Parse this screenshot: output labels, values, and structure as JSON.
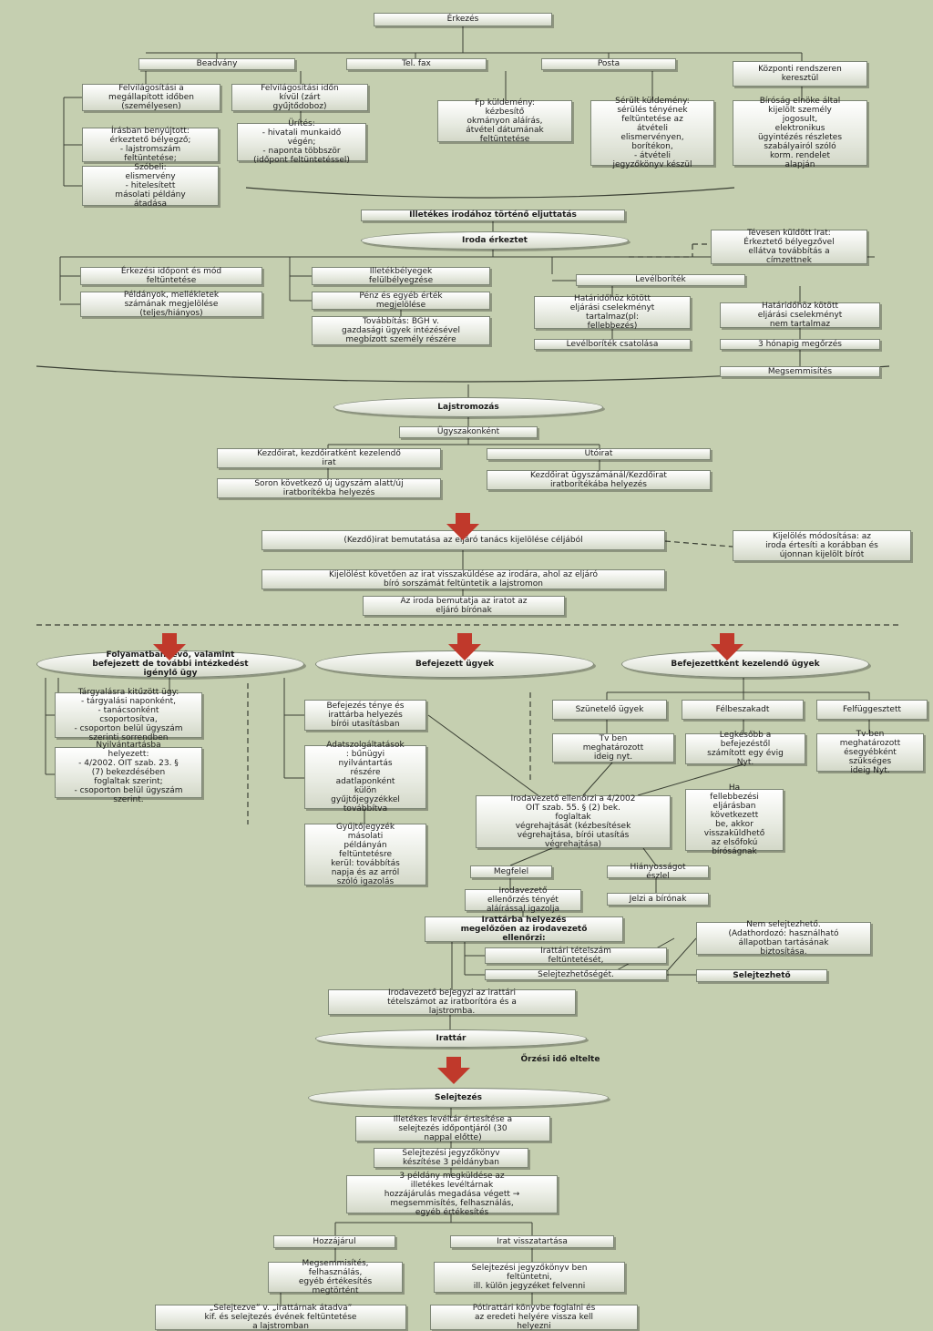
{
  "nodes": [
    {
      "id": "erkezes",
      "text": "Érkezés"
    },
    {
      "id": "beadvany",
      "text": "Beadvány"
    },
    {
      "id": "telfax",
      "text": "Tel. fax"
    },
    {
      "id": "posta",
      "text": "Posta"
    },
    {
      "id": "kozponti",
      "text": "Központi rendszeren\nkeresztül"
    },
    {
      "id": "felvil1",
      "text": "Felvilágosítási a\nmegállapított időben\n(személyesen)"
    },
    {
      "id": "felvil2",
      "text": "Felvilágosítási időn\nkívül (zárt\ngyűjtődoboz)"
    },
    {
      "id": "ures",
      "text": "Ürítés:\n- hivatali munkaidő\nvégén;\n- naponta többször\n(időpont feltüntetéssel)"
    },
    {
      "id": "irasban",
      "text": "Írásban benyújtott:\nérkeztető bélyegző;\n- lajstromszám\nfeltüntetése;"
    },
    {
      "id": "szobeli",
      "text": "Szóbeli:\nelismervény\n- hitelesített\nmásolati példány\nátadása"
    },
    {
      "id": "fpkuld",
      "text": "Fp küldemény:\nkézbesítő\nokmányon aláírás,\nátvétel dátumának\nfeltüntetése"
    },
    {
      "id": "serult",
      "text": "Sérült küldemény:\nsérülés tényének\nfeltüntetése az\nátvételi\nelismervényen,\nborítékon,\n- átvételi\njegyzőkönyv készül"
    },
    {
      "id": "birosag",
      "text": "Bíróság elnöke által\nkijelölt személy\njogosult,\nelektronikus\nügyintézés részletes\nszabályairól szóló\nkorm. rendelet\nalapján"
    },
    {
      "id": "illetekes",
      "text": "Illetékes irodához történő eljuttatás"
    },
    {
      "id": "irodaerk",
      "text": "Iroda érkeztet"
    },
    {
      "id": "tevesen",
      "text": "Tévesen küldött irat:\nÉrkeztető bélyegzővel\nellátva továbbítás a\ncímzettnek"
    },
    {
      "id": "erkidopont",
      "text": "Érkezési időpont és mód\nfeltüntetése"
    },
    {
      "id": "peldanyok",
      "text": "Példányok, mellékletek\nszámának megjelölése\n(teljes/hiányos)"
    },
    {
      "id": "illbelyeg",
      "text": "Illetékbélyegek\nfelülbélyegzése"
    },
    {
      "id": "penz",
      "text": "Pénz és egyéb érték\nmegjelölése"
    },
    {
      "id": "tovabbitas",
      "text": "Továbbítás: BGH v.\ngazdasági ügyek intézésével\nmegbízott személy részére"
    },
    {
      "id": "levelboritek",
      "text": "Levélboríték"
    },
    {
      "id": "hatarido1",
      "text": "Határidőhöz kötött\neljárási cselekményt\ntartalmaz(pl:\nfellebbezés)"
    },
    {
      "id": "hatarido2",
      "text": "Határidőhöz kötött\neljárási cselekményt\nnem tartalmaz"
    },
    {
      "id": "levcsatolas",
      "text": "Levélboríték csatolása"
    },
    {
      "id": "honapig",
      "text": "3 hónapig megőrzés"
    },
    {
      "id": "megsemmisites1",
      "text": "Megsemmisítés"
    },
    {
      "id": "lajstromozas",
      "text": "Lajstromozás"
    },
    {
      "id": "ugyszakonkent",
      "text": "Ügyszakonként"
    },
    {
      "id": "kezdoirat",
      "text": "Kezdőirat, kezdőiratként kezelendő\nirat"
    },
    {
      "id": "utoirat",
      "text": "Utóirat"
    },
    {
      "id": "soron",
      "text": "Soron következő új ügyszám alatt/új\niratborítékba helyezés"
    },
    {
      "id": "kezdougy",
      "text": "Kezdőirat ügyszámánál/Kezdőirat\niratborítékába helyezés"
    },
    {
      "id": "bemutatasa",
      "text": "(Kezdő)irat bemutatása az eljáró tanács kijelölése céljából"
    },
    {
      "id": "kijmod",
      "text": "Kijelölés módosítása: az\niroda értesíti a korábban és\nújonnan kijelölt bírót"
    },
    {
      "id": "kijkovet",
      "text": "Kijelölést követően az irat visszaküldése az irodára, ahol az eljáró\nbíró sorszámát feltüntetik a lajstromon"
    },
    {
      "id": "irodabem",
      "text": "Az iroda bemutatja az iratot az\neljáró bírónak"
    },
    {
      "id": "folyamatban",
      "text": "Folyamatban lévő, valamint\nbefejezett de további intézkedést\nigénylő ügy"
    },
    {
      "id": "befejezett",
      "text": "Befejezett ügyek"
    },
    {
      "id": "befkezelendo",
      "text": "Befejezettként kezelendő ügyek"
    },
    {
      "id": "targyalasra",
      "text": "Tárgyalásra kitűzött ügy:\n- tárgyalási naponként,\n- tanácsonként\ncsoportosítva,\n- csoporton belül ügyszám\nszerinti sorrendben"
    },
    {
      "id": "nyilvantartas",
      "text": "Nyilvántartásba\nhelyezett:\n- 4/2002. OIT szab. 23. §\n(7) bekezdésében\nfoglaltak szerint;\n- csoporton belül ügyszám\nszerint."
    },
    {
      "id": "befteny",
      "text": "Befejezés ténye és\nirattárba helyezés\nbírói utasításban"
    },
    {
      "id": "adatszolg",
      "text": "Adatszolgáltatások\n: bűnügyi\nnyilvántartás\nrészére\nadatlaponként\nkülön\ngyűjtőjegyzékkel\ntovábbítva"
    },
    {
      "id": "gyujto",
      "text": "Gyűjtőjegyzék\nmásolati\npéldányán\nfeltüntetésre\nkerül: továbbítás\nnapja és az arról\nszóló igazolás"
    },
    {
      "id": "szunetelo",
      "text": "Szünetelő ügyek"
    },
    {
      "id": "felbeszakadt",
      "text": "Félbeszakadt"
    },
    {
      "id": "felfuggesztett",
      "text": "Felfüggesztett"
    },
    {
      "id": "tvben1",
      "text": "Tv ben\nmeghatározott\nideig nyt."
    },
    {
      "id": "legkesobb",
      "text": "Legkésőbb a\nbefejezéstől\nszámított egy évig\nNyt."
    },
    {
      "id": "tvben2",
      "text": "Tv-ben\nmeghatározott\nésegyébként\nszükséges\nideig Nyt."
    },
    {
      "id": "irodavez",
      "text": "Irodavezető ellenőrzi a 4/2002\nOIT szab. 55. § (2) bek.\nfoglaltak\nvégrehajtását (kézbesítések\nvégrehajtása, bírói utasítás\nvégrehajtása)"
    },
    {
      "id": "hafellebb",
      "text": "Ha\nfellebbezési\neljárásban\nkövetkezett\nbe, akkor\nvisszaküldhető\naz elsőfokú\nbíróságnak"
    },
    {
      "id": "megfelel",
      "text": "Megfelel"
    },
    {
      "id": "hianyossag",
      "text": "Hiányosságot\nészlel"
    },
    {
      "id": "ellenorzes",
      "text": "Irodavezető\nellenőrzés tényét\naláírással igazolja"
    },
    {
      "id": "jelzi",
      "text": "Jelzi a bírónak"
    },
    {
      "id": "irattarba",
      "text": "Irattárba helyezés\nmegelőzően az irodavezető\nellenőrzi:"
    },
    {
      "id": "tetelszam",
      "text": "Irattári tételszám\nfeltüntetését,"
    },
    {
      "id": "selejtezhetoseg",
      "text": "Selejtezhetőségét."
    },
    {
      "id": "nemselejt",
      "text": "Nem selejtezhető.\n(Adathordozó: használható\nállapotban tartásának\nbiztosítása."
    },
    {
      "id": "selejtezheto",
      "text": "Selejtezhető"
    },
    {
      "id": "irodavezbe",
      "text": "Irodavezető bejegyzi az irattári\ntételszámot az iratborítóra és a\nlajstromba."
    },
    {
      "id": "irattar",
      "text": "Irattár"
    },
    {
      "id": "orzesiido",
      "text": "Őrzési idő eltelte"
    },
    {
      "id": "selejtezes",
      "text": "Selejtezés"
    },
    {
      "id": "illleveltar",
      "text": "Illetékes levéltár értesítése a\nselejtezés időpontjáról (30\nnappal előtte)"
    },
    {
      "id": "selejtjk",
      "text": "Selejtezési jegyzőkönyv\nkészítése 3 példányban"
    },
    {
      "id": "harompeldany",
      "text": "3 példány megküldése az\nilletékes levéltárnak\nhozzájárulás megadása végett →\nmegsemmisítés, felhasználás,\negyéb értékesítés"
    },
    {
      "id": "hozzajarul",
      "text": "Hozzájárul"
    },
    {
      "id": "iratvissza",
      "text": "Irat visszatartása"
    },
    {
      "id": "megsemmisites2",
      "text": "Megsemmisítés,\nfelhasználás,\negyéb értékesítés\nmegtörtént"
    },
    {
      "id": "selejtjk2",
      "text": "Selejtezési jegyzőkönyv ben\nfeltüntetni,\nill. külön jegyzéket felvenni"
    },
    {
      "id": "selejtezve",
      "text": "„Selejtezve” v. „irattárnak átadva”\nkif. és selejtezés évének feltüntetése\na lajstromban"
    },
    {
      "id": "potirattari",
      "text": "Pótirattári könyvbe foglalni és\naz eredeti helyére vissza kell\nhelyezni"
    }
  ]
}
